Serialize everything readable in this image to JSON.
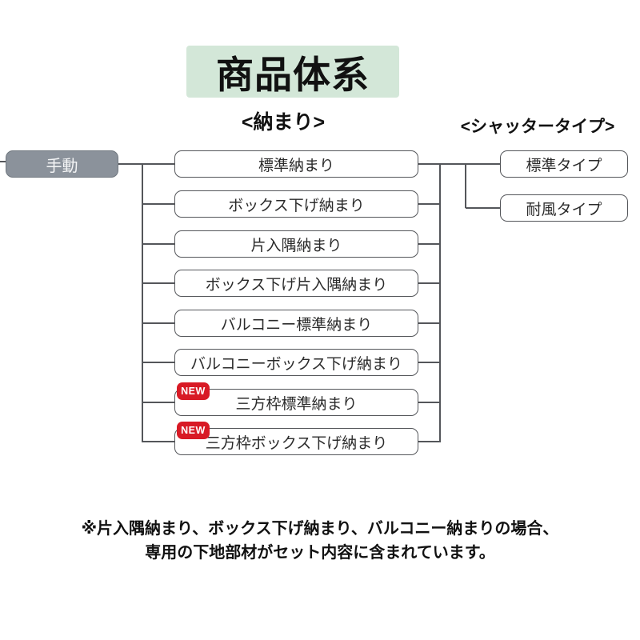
{
  "title": "商品体系",
  "headers": {
    "installation": "<納まり>",
    "shutter_type": "<シャッタータイプ>"
  },
  "root": {
    "label": "手動"
  },
  "installations": [
    {
      "label": "標準納まり",
      "badge": ""
    },
    {
      "label": "ボックス下げ納まり",
      "badge": ""
    },
    {
      "label": "片入隅納まり",
      "badge": ""
    },
    {
      "label": "ボックス下げ片入隅納まり",
      "badge": ""
    },
    {
      "label": "バルコニー標準納まり",
      "badge": ""
    },
    {
      "label": "バルコニーボックス下げ納まり",
      "badge": ""
    },
    {
      "label": "三方枠標準納まり",
      "badge": "NEW"
    },
    {
      "label": "三方枠ボックス下げ納まり",
      "badge": "NEW"
    }
  ],
  "shutter_types": [
    {
      "label": "標準タイプ"
    },
    {
      "label": "耐風タイプ"
    }
  ],
  "note": {
    "line1": "※片入隅納まり、ボックス下げ納まり、バルコニー納まりの場合、",
    "line2": "専用の下地部材がセット内容に含まれています。"
  },
  "colors": {
    "title_bg": "#d3e7d8",
    "root_bg": "#8b929b",
    "root_border": "#70777f",
    "badge_bg": "#d81a25",
    "line": "#54565a",
    "box_border": "#54565a"
  }
}
